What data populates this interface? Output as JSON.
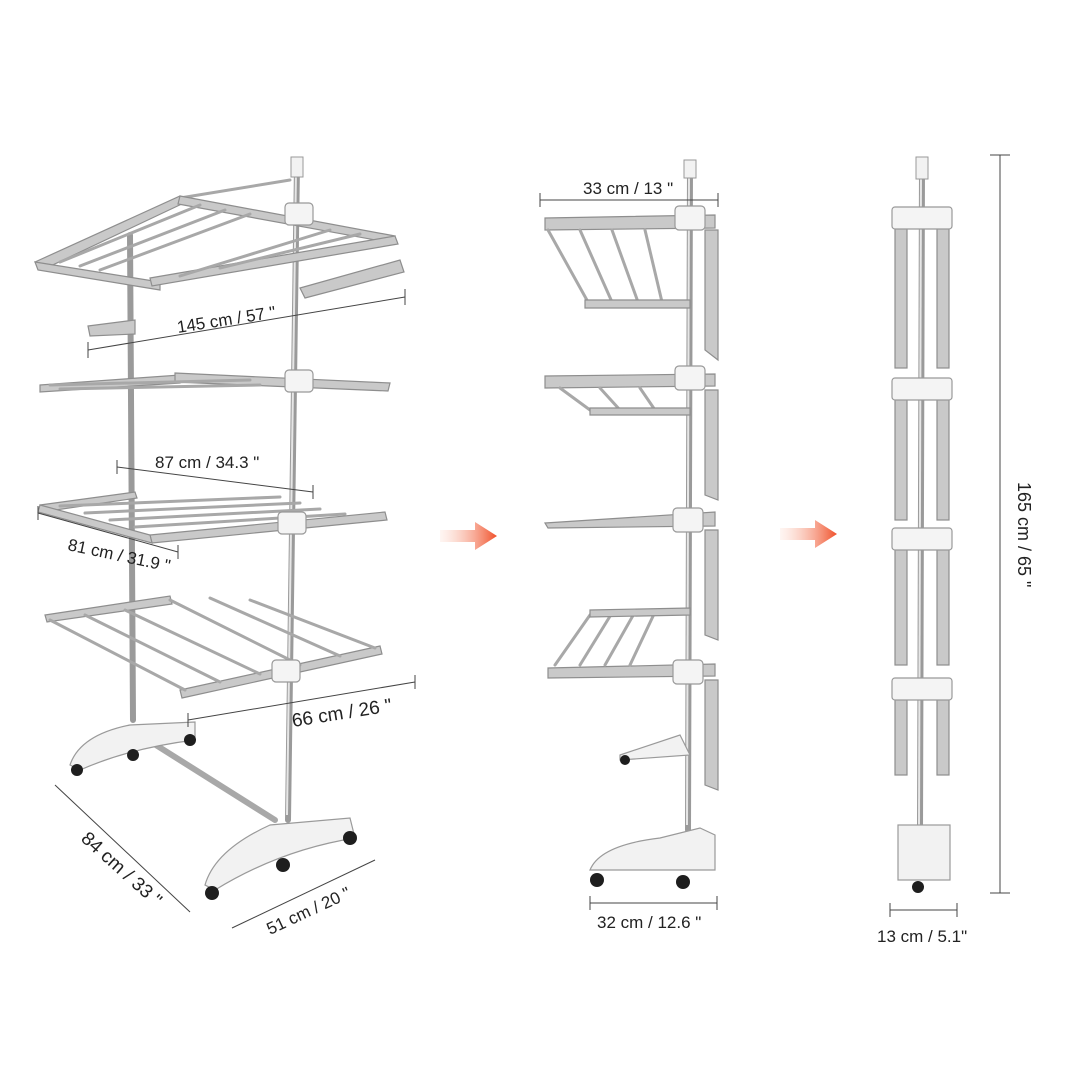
{
  "dimensions": {
    "full_length": "145 cm / 57 \"",
    "middle_width": "87 cm / 34.3 \"",
    "shelf_width": "81 cm / 31.9 \"",
    "shelf_depth": "66 cm / 26 \"",
    "base_length": "84 cm / 33 \"",
    "base_width": "51 cm / 20 \"",
    "side_top_width": "33 cm / 13 \"",
    "side_base_width": "32 cm / 12.6 \"",
    "folded_width": "13 cm / 5.1\"",
    "height": "165 cm / 65 \""
  },
  "colors": {
    "arrow": "#f0502a"
  }
}
